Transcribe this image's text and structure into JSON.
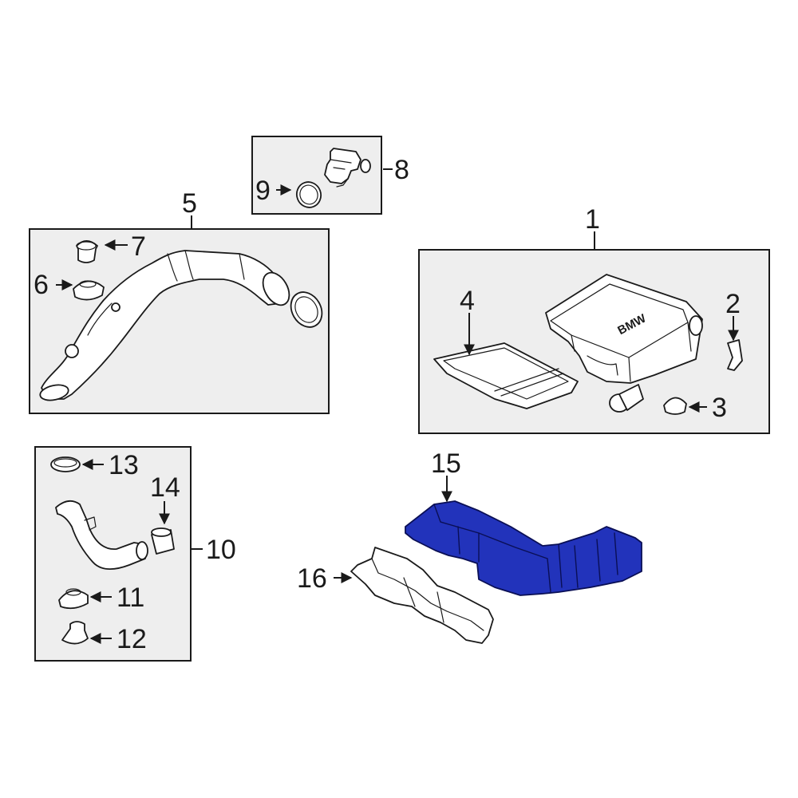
{
  "callouts": {
    "n1": "1",
    "n2": "2",
    "n3": "3",
    "n4": "4",
    "n5": "5",
    "n6": "6",
    "n7": "7",
    "n8": "8",
    "n9": "9",
    "n10": "10",
    "n11": "11",
    "n12": "12",
    "n13": "13",
    "n14": "14",
    "n15": "15",
    "n16": "16"
  },
  "airbox_logo_text": "BMW",
  "colors": {
    "highlight_part": "#2233bb",
    "group_box_fill": "#eeeeee",
    "line": "#1a1a1a"
  },
  "highlighted_part": "15"
}
